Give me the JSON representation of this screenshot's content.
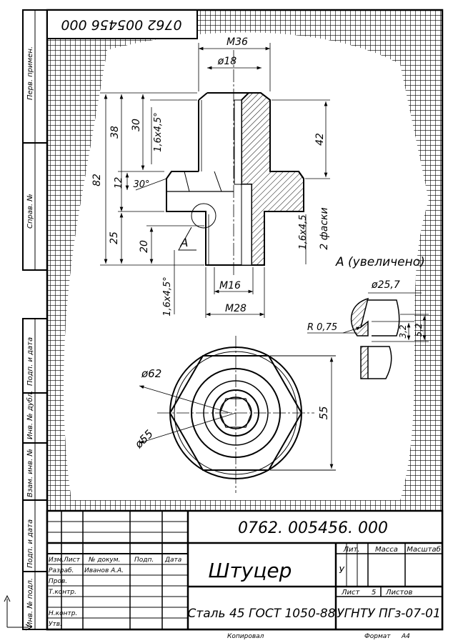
{
  "designation_top": "0762 005456 000",
  "side_labels": [
    "Перв. примен.",
    "Справ. №",
    "Подп. и дата",
    "Инв. № дубл.",
    "Взам. инв. №",
    "Подп. и дата",
    "Инв. № подл."
  ],
  "dims": {
    "m36": "M36",
    "d18": "ø18",
    "d82": "82",
    "d38": "38",
    "d30": "30",
    "ch16_top": "1,6x4,5°",
    "d42": "42",
    "d12": "12",
    "a30": "30°",
    "d25": "25",
    "d20": "20",
    "ch16_bot": "1,6x4,5°",
    "ch16_right": "1,6x4,5",
    "two_ch": "2 фаски",
    "view_a": "A",
    "m16": "M16",
    "m28": "M28",
    "enlarged": "A (увеличено)",
    "d257": "ø25,7",
    "r075": "R 0,75",
    "d32": "3,2",
    "d52": "5,2",
    "d62": "ø62",
    "d55": "ø55",
    "s55": "55"
  },
  "title_block": {
    "designation": "0762. 005456. 000",
    "part_name": "Штуцер",
    "material": "Сталь 45 ГОСТ 1050-88",
    "org": "УГНТУ ПГз-07-01",
    "h_lit": "Лит.",
    "h_mass": "Масса",
    "h_scale": "Масштаб",
    "lit_value": "У",
    "sheet_label": "Лист",
    "sheet_no": "5",
    "sheets_label": "Листов",
    "col_izm": "Изм.",
    "col_list": "Лист",
    "col_doc": "№ докум.",
    "col_sign": "Подп.",
    "col_date": "Дата",
    "r_dev": "Разраб.",
    "r_dev_name": "Иванов А.А.",
    "r_check": "Пров.",
    "r_tcontr": "Т.контр.",
    "r_ncontr": "Н.контр.",
    "r_appr": "Утв.",
    "copied": "Копировал",
    "format": "Формат",
    "format_val": "А4"
  }
}
